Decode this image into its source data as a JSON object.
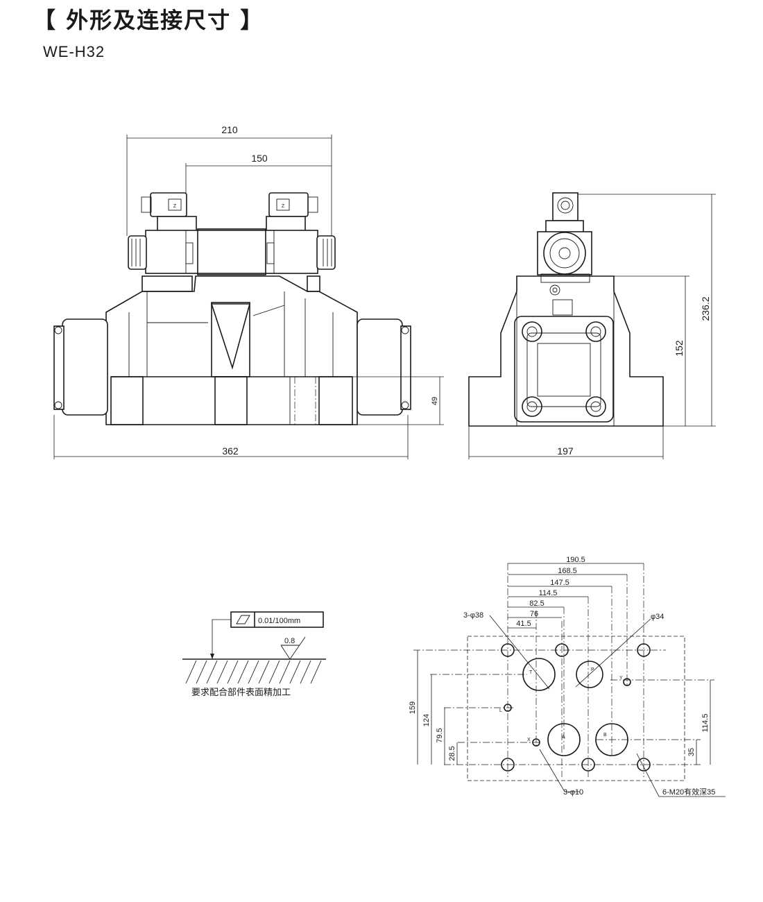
{
  "header": {
    "title": "【 外形及连接尺寸 】",
    "model": "WE-H32"
  },
  "front_view": {
    "dims": {
      "d210": "210",
      "d150": "150",
      "d362": "362",
      "d49": "49"
    }
  },
  "side_view": {
    "dims": {
      "d197": "197",
      "d152": "152",
      "d236": "236.2"
    }
  },
  "surface_spec": {
    "flatness": "0.01/100mm",
    "roughness": "0.8",
    "note": "要求配合部件表面精加工"
  },
  "mounting_face": {
    "top_dims": [
      "190.5",
      "168.5",
      "147.5",
      "114.5",
      "82.5",
      "76",
      "41.5"
    ],
    "left_dims": [
      "159",
      "124",
      "79.5",
      "28.5"
    ],
    "right_dims": [
      "114.5",
      "35"
    ],
    "callouts": {
      "main_ports": "3-φ38",
      "pilot_p": "φ34",
      "pilot_ports": "3-φ10",
      "threads": "6-M20有效深35"
    },
    "port_labels": {
      "T": "T",
      "P": "P",
      "A": "A",
      "B": "B",
      "X": "X",
      "Y": "Y",
      "L": "L"
    }
  }
}
